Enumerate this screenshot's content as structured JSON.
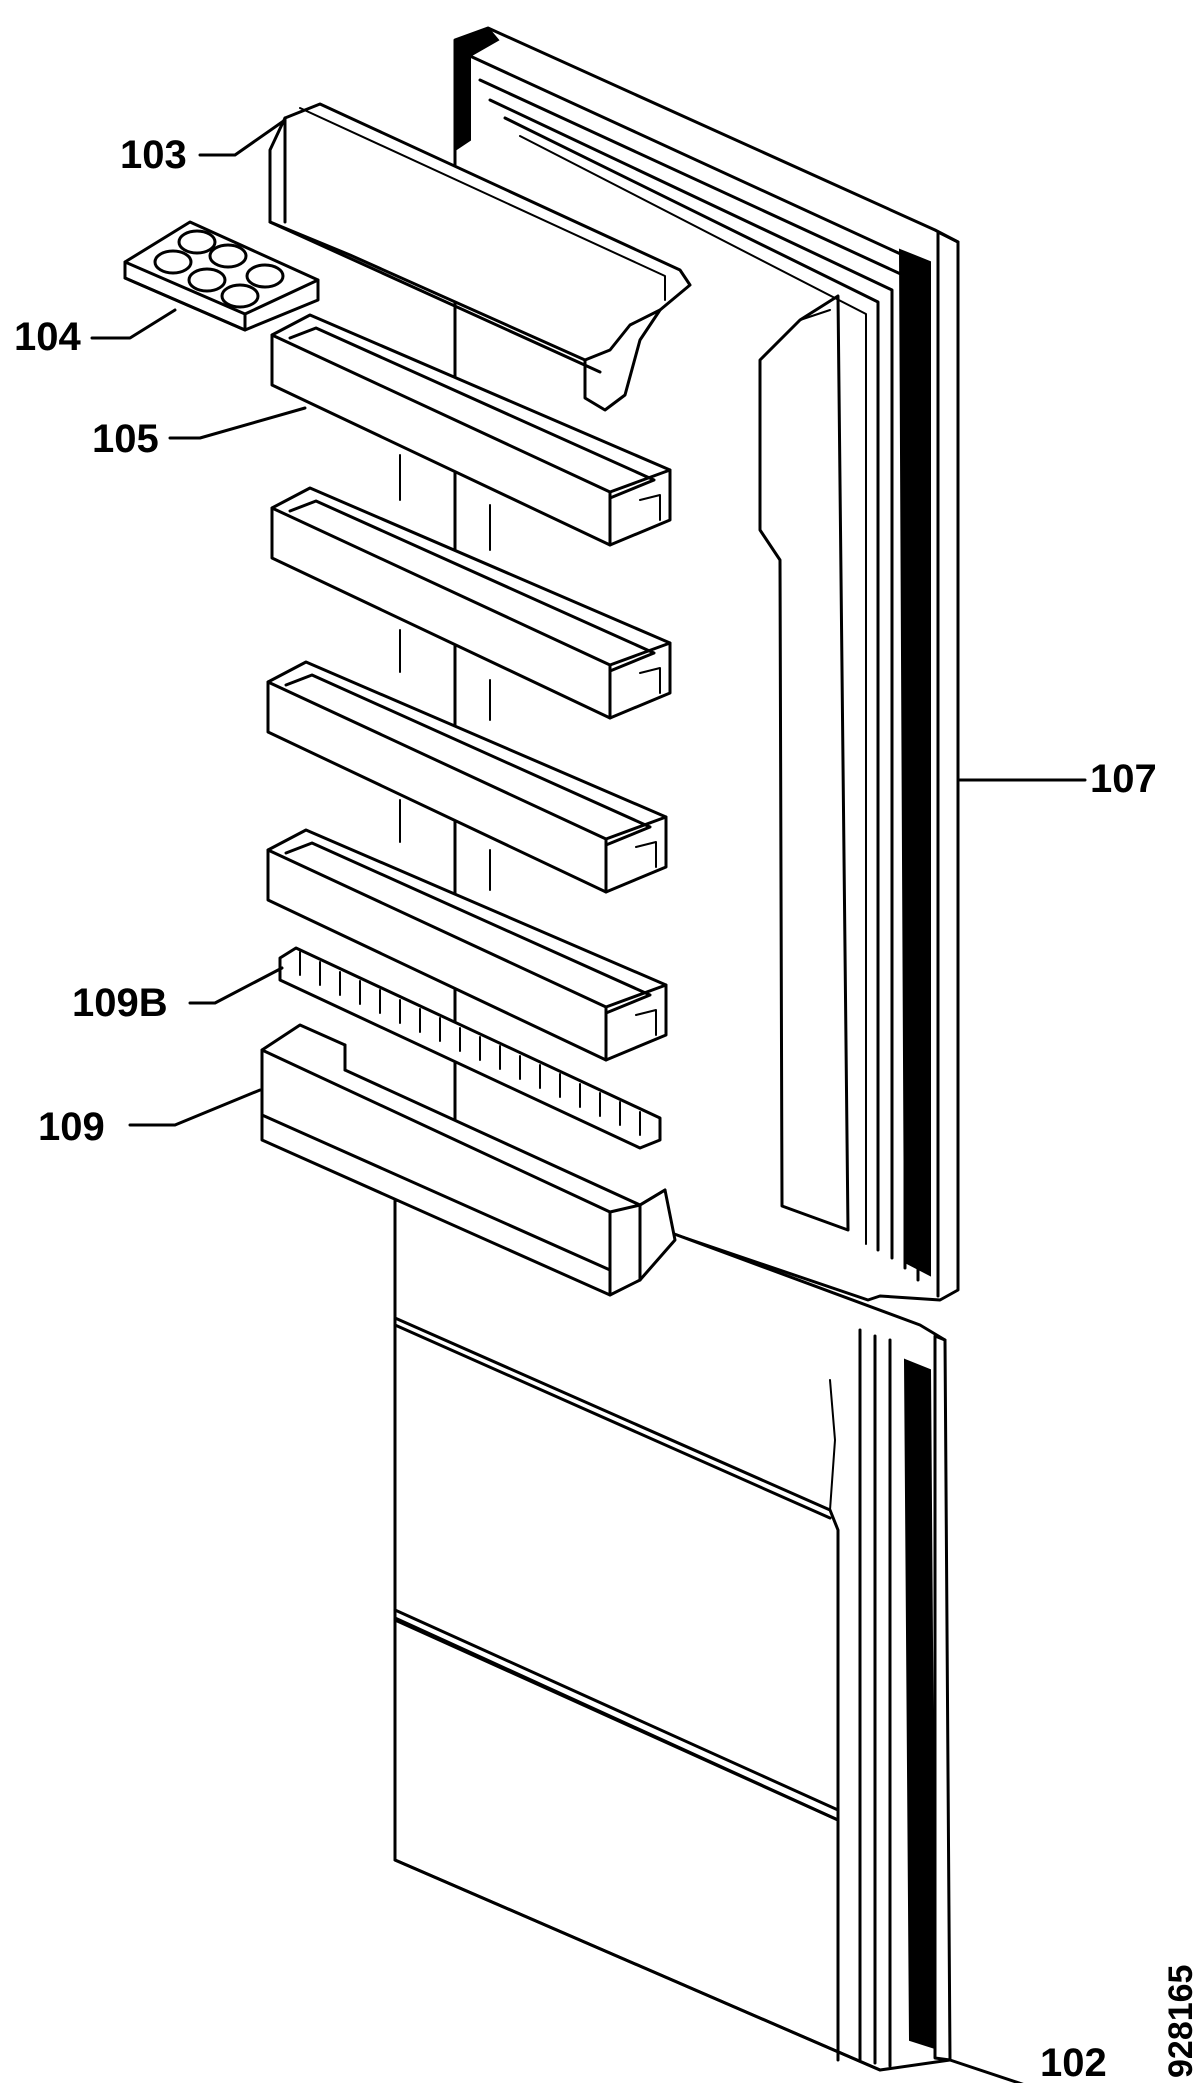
{
  "callouts": {
    "p103": "103",
    "p104": "104",
    "p105": "105",
    "p107": "107",
    "p109b": "109B",
    "p109": "109",
    "p102": "102"
  },
  "drawing_number": "928165",
  "colors": {
    "line": "#000000",
    "background": "#ffffff"
  }
}
